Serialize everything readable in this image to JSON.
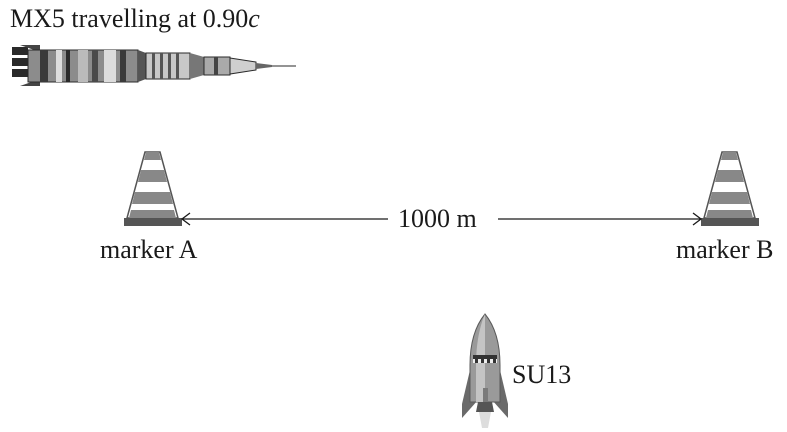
{
  "mx5": {
    "caption_prefix": "MX5 travelling at 0.90",
    "caption_italic": "c"
  },
  "marker_a": {
    "label": "marker A"
  },
  "marker_b": {
    "label": "marker B"
  },
  "distance": {
    "label": "1000 m"
  },
  "su13": {
    "label": "SU13"
  },
  "colors": {
    "ink": "#1a1a1a",
    "cone_dark": "#555555",
    "cone_stripe": "#888888",
    "rocket_grey": "#9a9a9a",
    "rocket_dark": "#5a5a5a"
  }
}
